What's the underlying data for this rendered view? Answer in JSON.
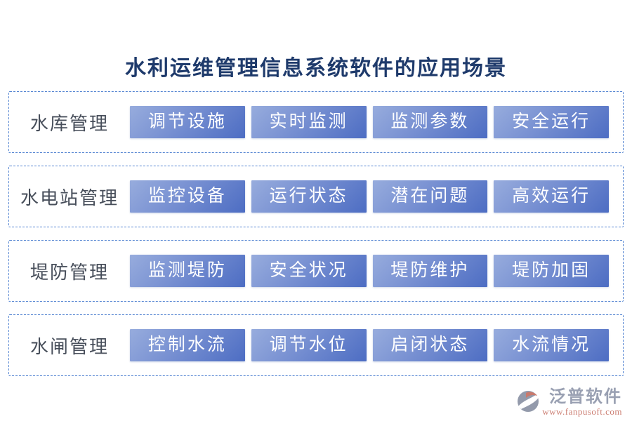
{
  "title": "水利运维管理信息系统软件的应用场景",
  "rows": [
    {
      "label": "水库管理",
      "buttons": [
        "调节设施",
        "实时监测",
        "监测参数",
        "安全运行"
      ]
    },
    {
      "label": "水电站管理",
      "buttons": [
        "监控设备",
        "运行状态",
        "潜在问题",
        "高效运行"
      ]
    },
    {
      "label": "堤防管理",
      "buttons": [
        "监测堤防",
        "安全状况",
        "堤防维护",
        "堤防加固"
      ]
    },
    {
      "label": "水闸管理",
      "buttons": [
        "控制水流",
        "调节水位",
        "启闭状态",
        "水流情况"
      ]
    }
  ],
  "footer": {
    "brand": "泛普软件",
    "url": "www.fanpusoft.com",
    "logo_icon": "fanpu-logo-icon"
  },
  "colors": {
    "title_text": "#1e3a6b",
    "row_border": "#5585d2",
    "label_text": "#474e5a",
    "button_gradient_start": "#97acdd",
    "button_gradient_end": "#4d6dc3",
    "button_text": "#ffffff",
    "brand_gray": "#99a0b2",
    "brand_salmon": "#cc7e72"
  }
}
